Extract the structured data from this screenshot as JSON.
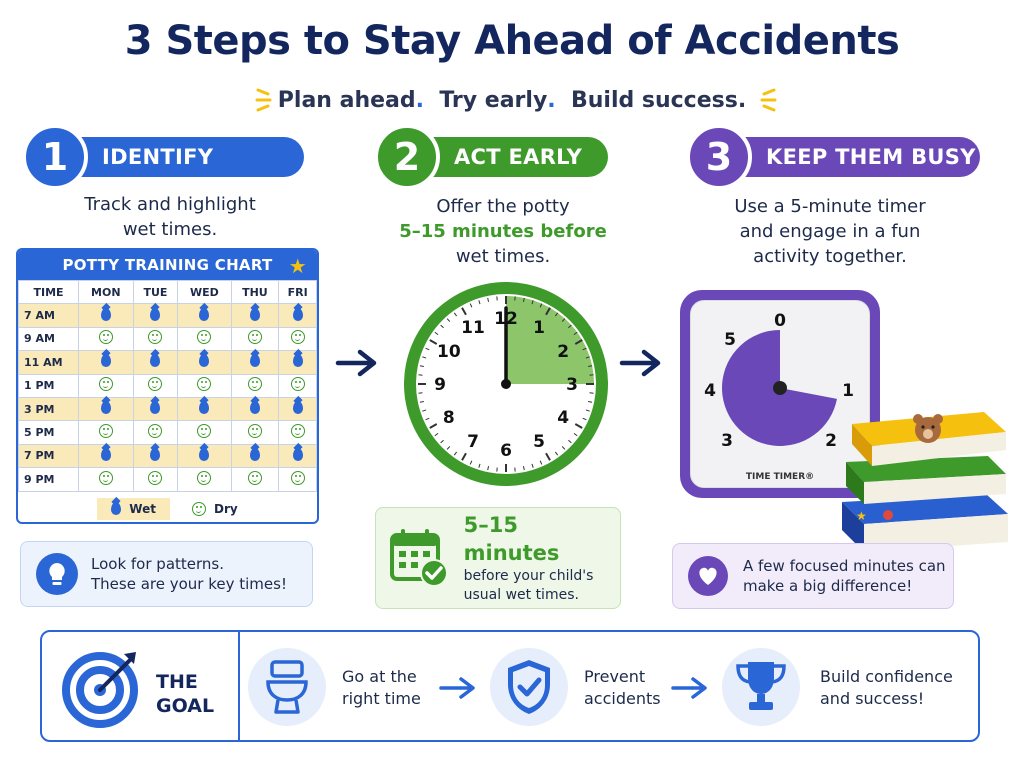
{
  "title": "3 Steps to Stay Ahead of Accidents",
  "subtitle": {
    "part1": "Plan ahead",
    "part2": "Try early",
    "part3": "Build success."
  },
  "colors": {
    "blue": "#2a66d6",
    "green": "#3e9a2a",
    "purple": "#6b48b8",
    "navy": "#13275e",
    "wet_highlight": "#fbeab9"
  },
  "steps": [
    {
      "number": "1",
      "label": "IDENTIFY",
      "desc_line1": "Track and highlight",
      "desc_line2": "wet times."
    },
    {
      "number": "2",
      "label": "ACT EARLY",
      "desc_line1": "Offer the potty",
      "desc_highlight": "5–15 minutes before",
      "desc_line3": "wet times."
    },
    {
      "number": "3",
      "label": "KEEP THEM BUSY",
      "desc_line1": "Use a 5-minute timer",
      "desc_line2": "and engage in a fun",
      "desc_line3": "activity together."
    }
  ],
  "chart": {
    "title": "POTTY TRAINING CHART",
    "headers": [
      "TIME",
      "MON",
      "TUE",
      "WED",
      "THU",
      "FRI"
    ],
    "rows": [
      {
        "time": "7 AM",
        "status": "wet"
      },
      {
        "time": "9 AM",
        "status": "dry"
      },
      {
        "time": "11 AM",
        "status": "wet"
      },
      {
        "time": "1 PM",
        "status": "dry"
      },
      {
        "time": "3 PM",
        "status": "wet"
      },
      {
        "time": "5 PM",
        "status": "dry"
      },
      {
        "time": "7 PM",
        "status": "wet"
      },
      {
        "time": "9 PM",
        "status": "dry"
      }
    ],
    "legend_wet": "Wet",
    "legend_dry": "Dry"
  },
  "clock": {
    "numbers": [
      "12",
      "1",
      "2",
      "3",
      "4",
      "5",
      "6",
      "7",
      "8",
      "9",
      "10",
      "11"
    ],
    "highlight_minutes": 15
  },
  "timer": {
    "numbers": [
      "0",
      "1",
      "2",
      "3",
      "4",
      "5"
    ],
    "brand": "TIME TIMER®",
    "remaining_minutes": 3.6
  },
  "tips": {
    "tip1_line1": "Look for patterns.",
    "tip1_line2": "These are your key times!",
    "tip2_big": "5–15 minutes",
    "tip2_line1": "before your child's",
    "tip2_line2": "usual wet times.",
    "tip3_line1": "A few focused minutes can",
    "tip3_line2": "make a big difference!"
  },
  "goal": {
    "title_line1": "THE",
    "title_line2": "GOAL",
    "items": [
      {
        "line1": "Go at the",
        "line2": "right time",
        "icon": "toilet-icon"
      },
      {
        "line1": "Prevent",
        "line2": "accidents",
        "icon": "shield-check-icon"
      },
      {
        "line1": "Build confidence",
        "line2": "and success!",
        "icon": "trophy-icon"
      }
    ]
  }
}
